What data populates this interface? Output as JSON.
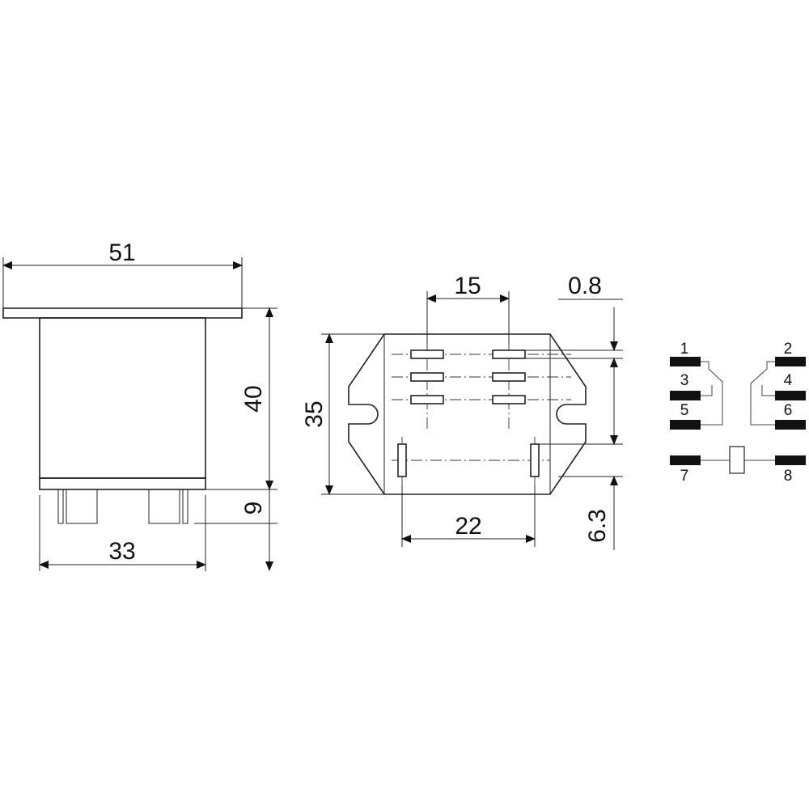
{
  "side_view": {
    "width_top": "51",
    "height": "40",
    "terminal_length": "9",
    "width_base": "33"
  },
  "bottom_view": {
    "pin_spacing": "15",
    "terminal_thickness": "0.8",
    "body_height": "35",
    "coil_pin_spacing": "22",
    "terminal_width": "6.3"
  },
  "schematic": {
    "pins": [
      "1",
      "2",
      "3",
      "4",
      "5",
      "6",
      "7",
      "8"
    ]
  }
}
